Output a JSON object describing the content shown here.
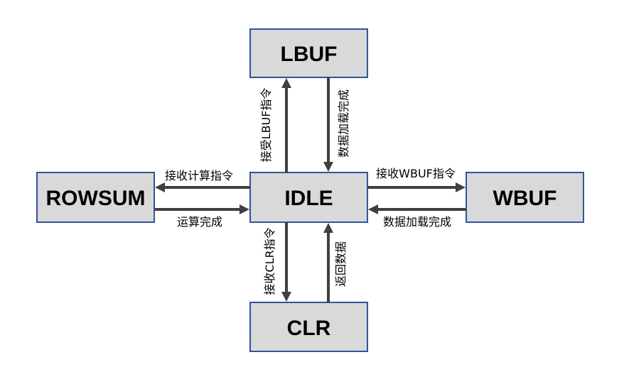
{
  "states": {
    "lbuf": "LBUF",
    "idle": "IDLE",
    "rowsum": "ROWSUM",
    "wbuf": "WBUF",
    "clr": "CLR"
  },
  "transitions": {
    "idle_to_lbuf": "接受LBUF指令",
    "lbuf_to_idle": "数据加载完成",
    "idle_to_rowsum": "接收计算指令",
    "rowsum_to_idle": "运算完成",
    "idle_to_wbuf": "接收WBUF指令",
    "wbuf_to_idle": "数据加载完成",
    "idle_to_clr": "接收CLR指令",
    "clr_to_idle": "返回数据"
  },
  "colors": {
    "box_fill": "#d9d9d9",
    "box_border": "#2f5597",
    "arrow": "#404040"
  }
}
